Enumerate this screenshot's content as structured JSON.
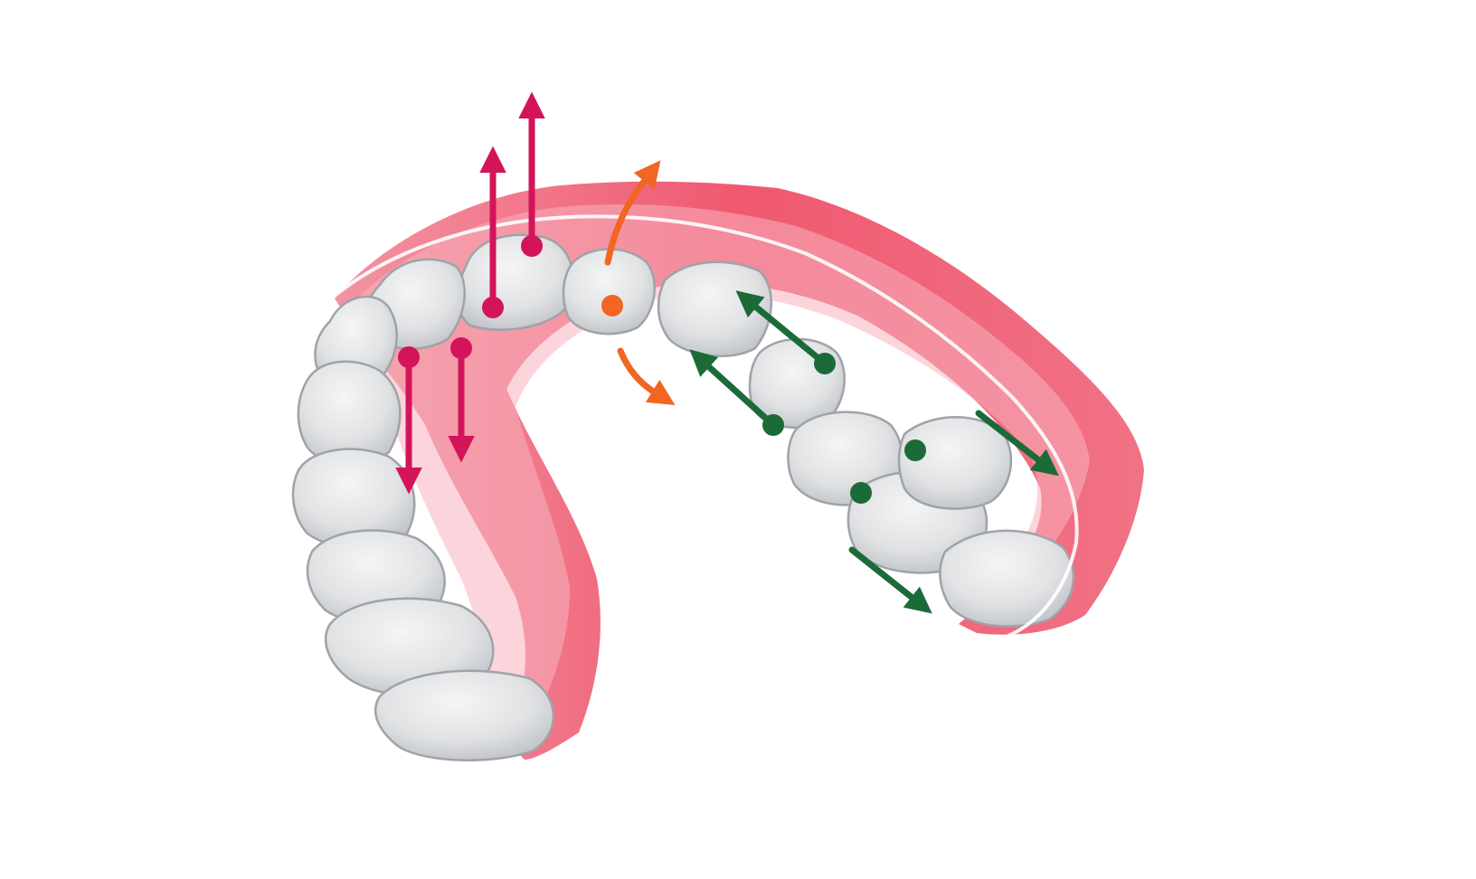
{
  "diagram": {
    "subject": "dental-arch-with-clear-aligner",
    "colors": {
      "background": "#ffffff",
      "gum": "#ee4a63",
      "gum_light": "#f7b3bd",
      "tooth": "#e4e5e6",
      "tooth_shade": "#c3c5c8",
      "tooth_edge": "#9fa3a8",
      "aligner_edge": "#ffffff",
      "extrusion_intrusion": "#d4145a",
      "rotation": "#f26522",
      "tipping_translation": "#1b6b38"
    },
    "arrow_groups": [
      {
        "name": "extrusion-intrusion-arrows",
        "color_key": "extrusion_intrusion",
        "count": 4
      },
      {
        "name": "rotation-arrows",
        "color_key": "rotation",
        "count": 2
      },
      {
        "name": "tipping-translation-arrows",
        "color_key": "tipping_translation",
        "count": 4
      }
    ]
  }
}
